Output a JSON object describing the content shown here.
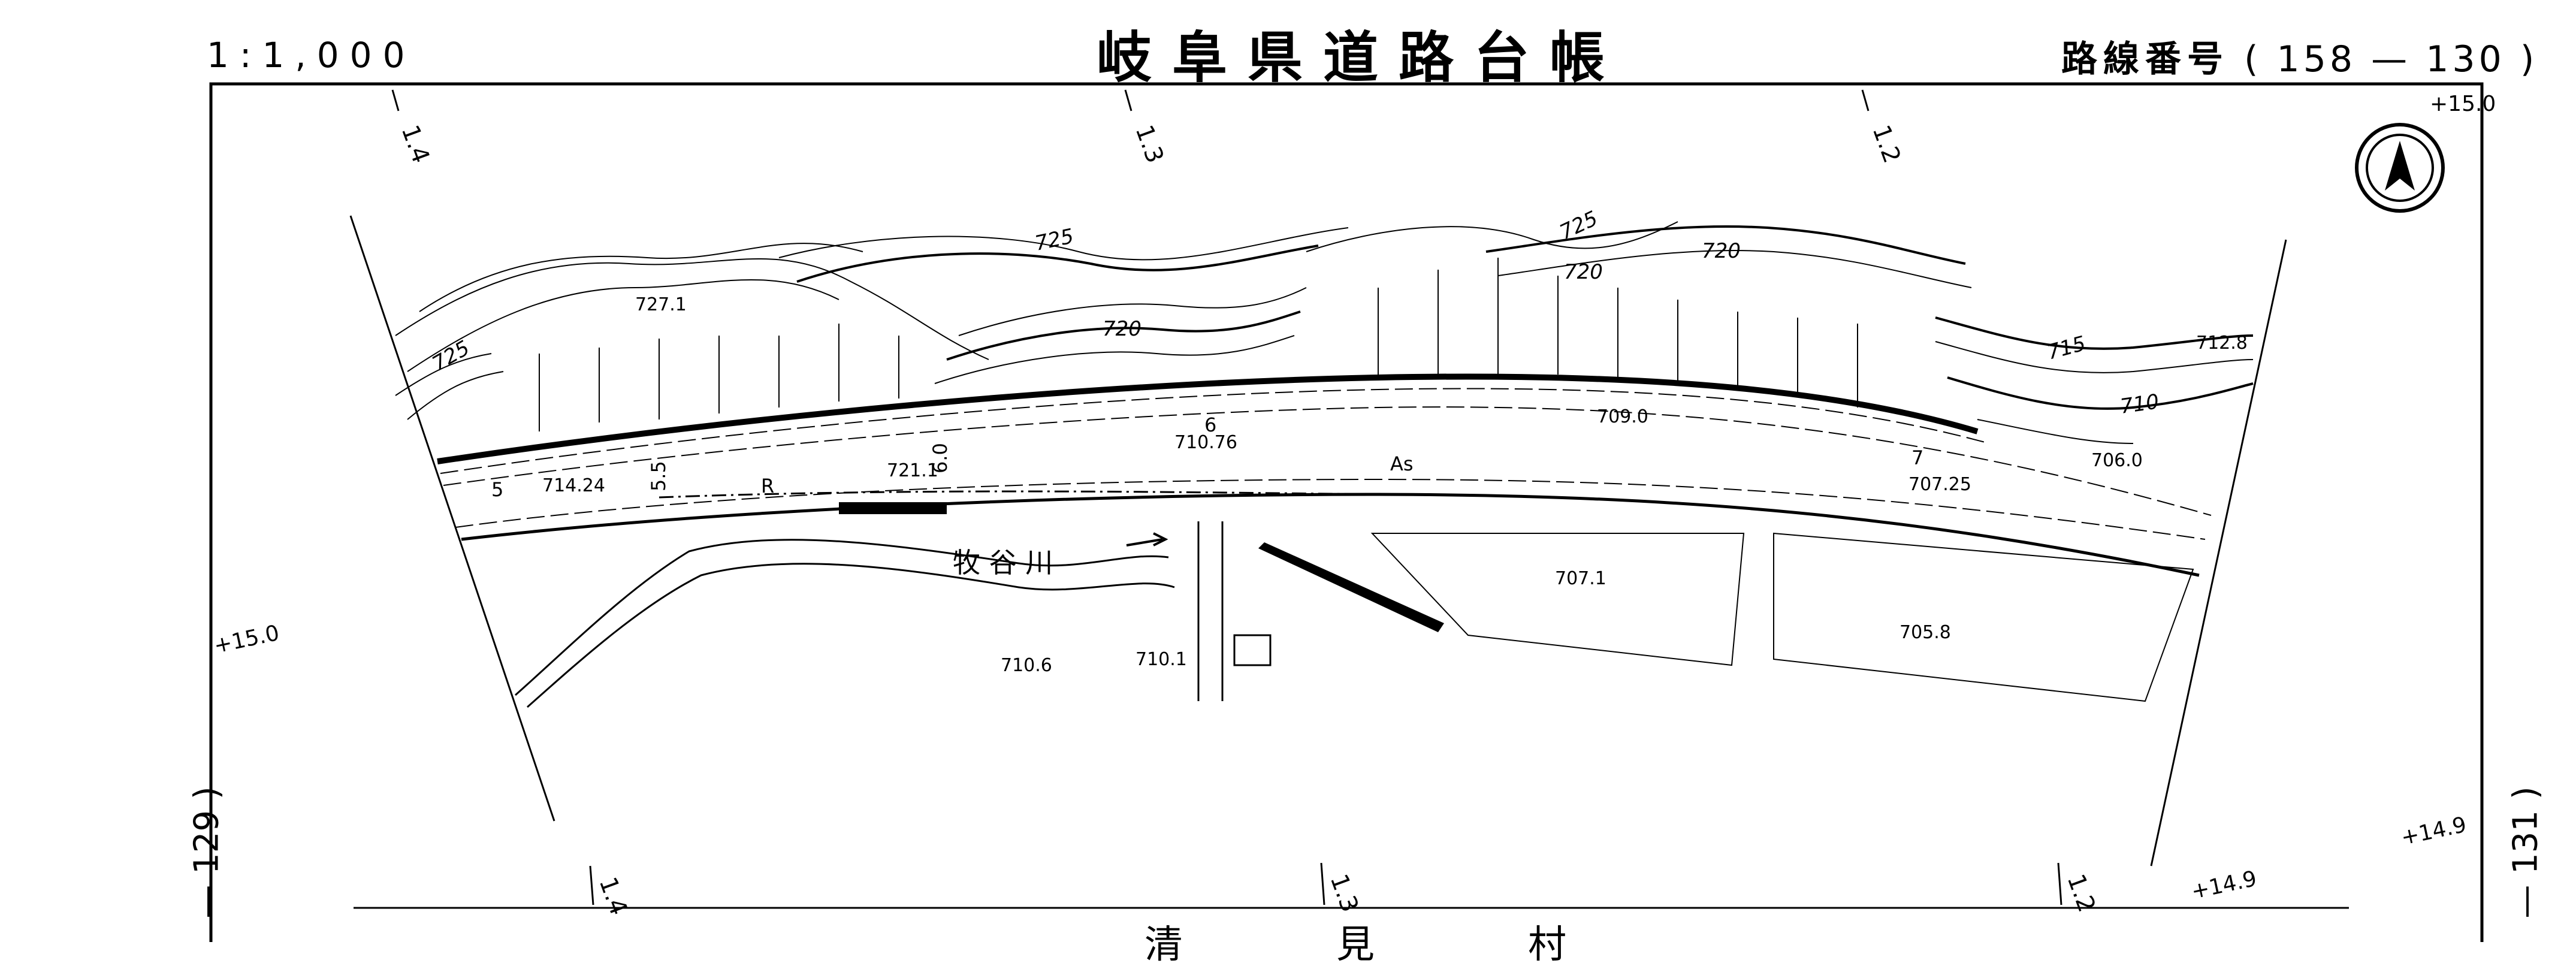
{
  "header": {
    "title": "岐阜県道路台帳",
    "scale": "1:1,000",
    "route_label": "路線番号",
    "route_number": "( 158 — 130 )"
  },
  "sheet": {
    "prev_sheet": "— 129 )",
    "next_sheet": "— 131 )",
    "village": [
      "清",
      "見",
      "村"
    ]
  },
  "chainage": {
    "top": [
      "1.4",
      "1.3",
      "1.2"
    ],
    "bottom": [
      "1.4",
      "1.3",
      "1.2"
    ]
  },
  "coords": {
    "top_right": "+15.0",
    "left": "+15.0",
    "right_lower": "+14.9",
    "bottom_right": "+14.9"
  },
  "contours": [
    "725",
    "725",
    "720",
    "720",
    "725",
    "720",
    "715",
    "710"
  ],
  "elevations": [
    "727.1",
    "714.24",
    "721.1",
    "710.76",
    "709.0",
    "707.25",
    "706.0",
    "712.8",
    "707.1",
    "705.8",
    "710.6",
    "710.1"
  ],
  "road": {
    "surface": "As",
    "widths": [
      "5",
      "5.5",
      "6.0",
      "6",
      "7"
    ],
    "river_marker": "R"
  },
  "river": {
    "name": "牧 谷 川"
  },
  "colors": {
    "ink": "#000000",
    "paper": "#ffffff"
  },
  "icons": {
    "north": "north-arrow-icon"
  }
}
